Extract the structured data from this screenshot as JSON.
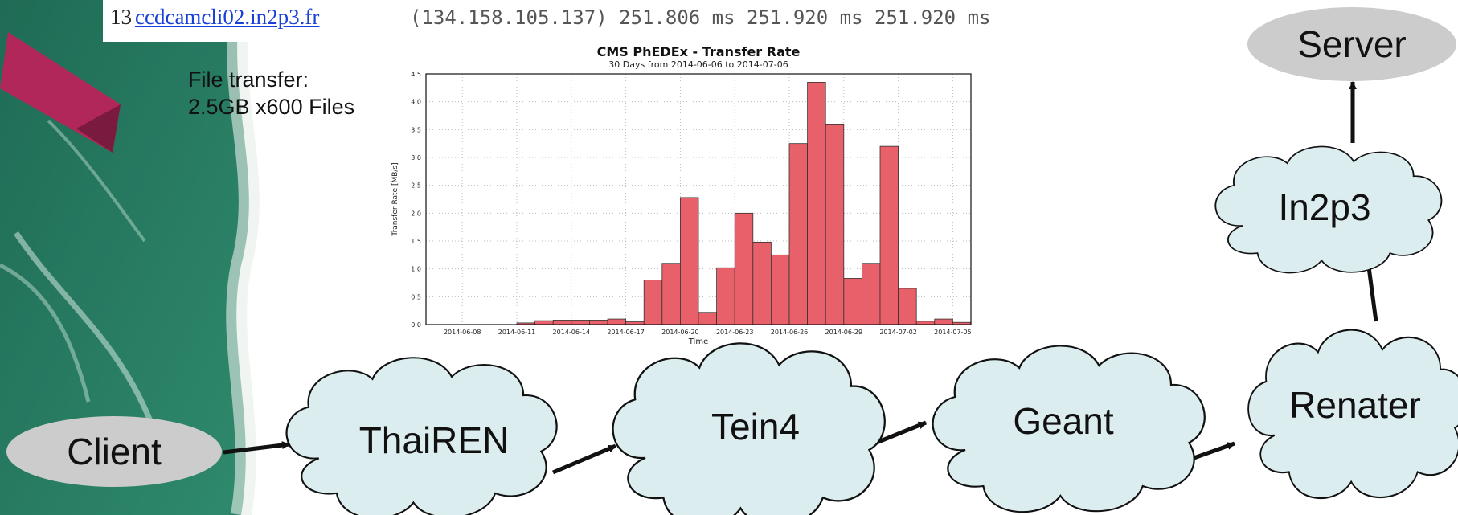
{
  "traceroute": {
    "hop_number": "13",
    "host_link": "ccdcamcli02.in2p3.fr",
    "rest": "(134.158.105.137)  251.806 ms  251.920 ms  251.920 ms"
  },
  "file_transfer": {
    "line1": "File transfer:",
    "line2": "2.5GB x600 Files"
  },
  "chart_data": {
    "type": "bar",
    "title": "CMS PhEDEx - Transfer Rate",
    "subtitle": "30 Days from 2014-06-06 to 2014-07-06",
    "xlabel": "Time",
    "ylabel": "Transfer Rate [MB/s]",
    "ylim": [
      0,
      4.5
    ],
    "yticks": [
      "0.0",
      "0.5",
      "1.0",
      "1.5",
      "2.0",
      "2.5",
      "3.0",
      "3.5",
      "4.0",
      "4.5"
    ],
    "xtick_labels": [
      "2014-06-08",
      "2014-06-11",
      "2014-06-14",
      "2014-06-17",
      "2014-06-20",
      "2014-06-23",
      "2014-06-26",
      "2014-06-29",
      "2014-07-02",
      "2014-07-05"
    ],
    "categories": [
      "2014-06-06",
      "2014-06-07",
      "2014-06-08",
      "2014-06-09",
      "2014-06-10",
      "2014-06-11",
      "2014-06-12",
      "2014-06-13",
      "2014-06-14",
      "2014-06-15",
      "2014-06-16",
      "2014-06-17",
      "2014-06-18",
      "2014-06-19",
      "2014-06-20",
      "2014-06-21",
      "2014-06-22",
      "2014-06-23",
      "2014-06-24",
      "2014-06-25",
      "2014-06-26",
      "2014-06-27",
      "2014-06-28",
      "2014-06-29",
      "2014-06-30",
      "2014-07-01",
      "2014-07-02",
      "2014-07-03",
      "2014-07-04",
      "2014-07-05"
    ],
    "values": [
      0,
      0,
      0,
      0,
      0,
      0.03,
      0.07,
      0.08,
      0.08,
      0.08,
      0.1,
      0.05,
      0.8,
      1.1,
      2.28,
      0.22,
      1.02,
      2.0,
      1.48,
      1.25,
      3.25,
      4.35,
      3.6,
      0.83,
      1.1,
      3.2,
      0.65,
      0.06,
      0.1,
      0.04
    ],
    "bar_color": "#e8606a",
    "grid": true
  },
  "diagram": {
    "nodes": {
      "client": "Client",
      "thairen": "ThaiREN",
      "tein4": "Tein4",
      "geant": "Geant",
      "renater": "Renater",
      "in2p3": "In2p3",
      "server": "Server"
    },
    "colors": {
      "cloud_fill": "#dcedf0",
      "ellipse_fill": "#cccccc"
    }
  }
}
